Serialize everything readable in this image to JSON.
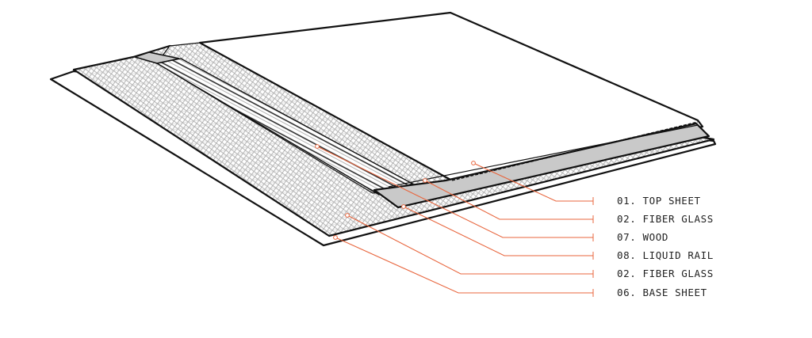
{
  "diagram": {
    "colors": {
      "outline": "#111111",
      "leader": "#e8663e",
      "rail_fill": "#c9c9c9",
      "hatch": "#9a9a9a"
    },
    "labels": [
      {
        "text": "01. TOP SHEET",
        "target": "top-sheet"
      },
      {
        "text": "02. FIBER GLASS",
        "target": "upper-fiber-glass"
      },
      {
        "text": "07. WOOD",
        "target": "wood-core"
      },
      {
        "text": "08. LIQUID RAIL",
        "target": "liquid-rail"
      },
      {
        "text": "02. FIBER GLASS",
        "target": "lower-fiber-glass"
      },
      {
        "text": "06. BASE SHEET",
        "target": "base-sheet"
      }
    ]
  }
}
